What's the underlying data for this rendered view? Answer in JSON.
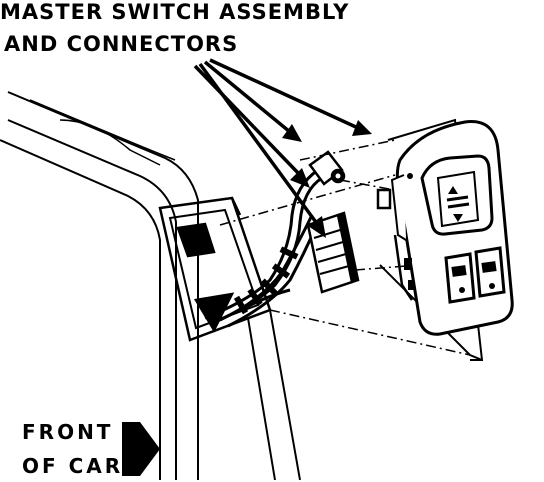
{
  "callout": {
    "line1": "MASTER SWITCH ASSEMBLY",
    "line2": "AND CONNECTORS"
  },
  "orientation": {
    "line1": "FRONT",
    "line2": "OF CAR",
    "arrow_icon": "arrow-right-icon"
  },
  "colors": {
    "ink": "#000000",
    "paper": "#ffffff"
  }
}
